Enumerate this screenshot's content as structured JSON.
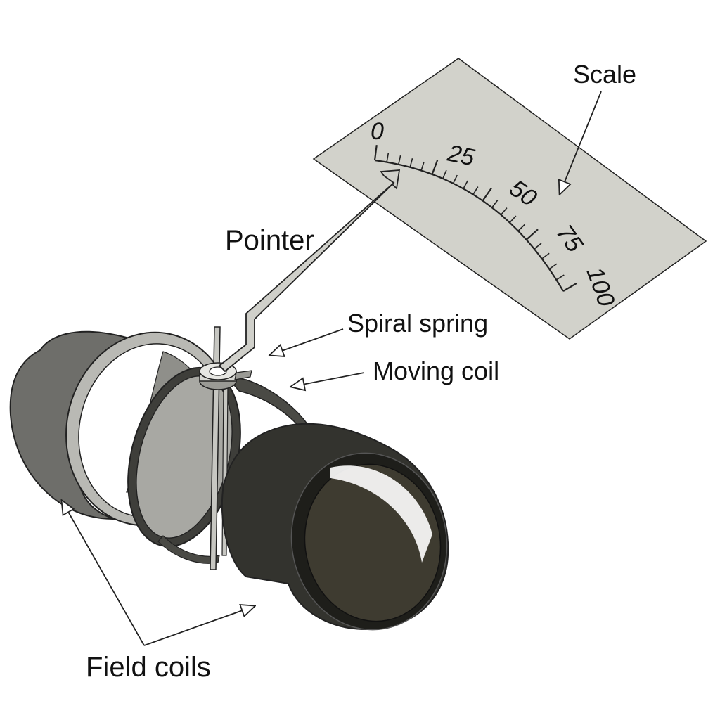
{
  "labels": {
    "scale": "Scale",
    "pointer": "Pointer",
    "spiral_spring": "Spiral spring",
    "moving_coil": "Moving coil",
    "field_coils": "Field coils"
  },
  "scale_marks": [
    "0",
    "25",
    "50",
    "75",
    "100"
  ],
  "colors": {
    "scale_plate": "#d2d2cb",
    "left_coil": "#6e6e6a",
    "right_coil": "#33332e",
    "coil_rim": "#b9b9b4",
    "outline": "#222222"
  }
}
